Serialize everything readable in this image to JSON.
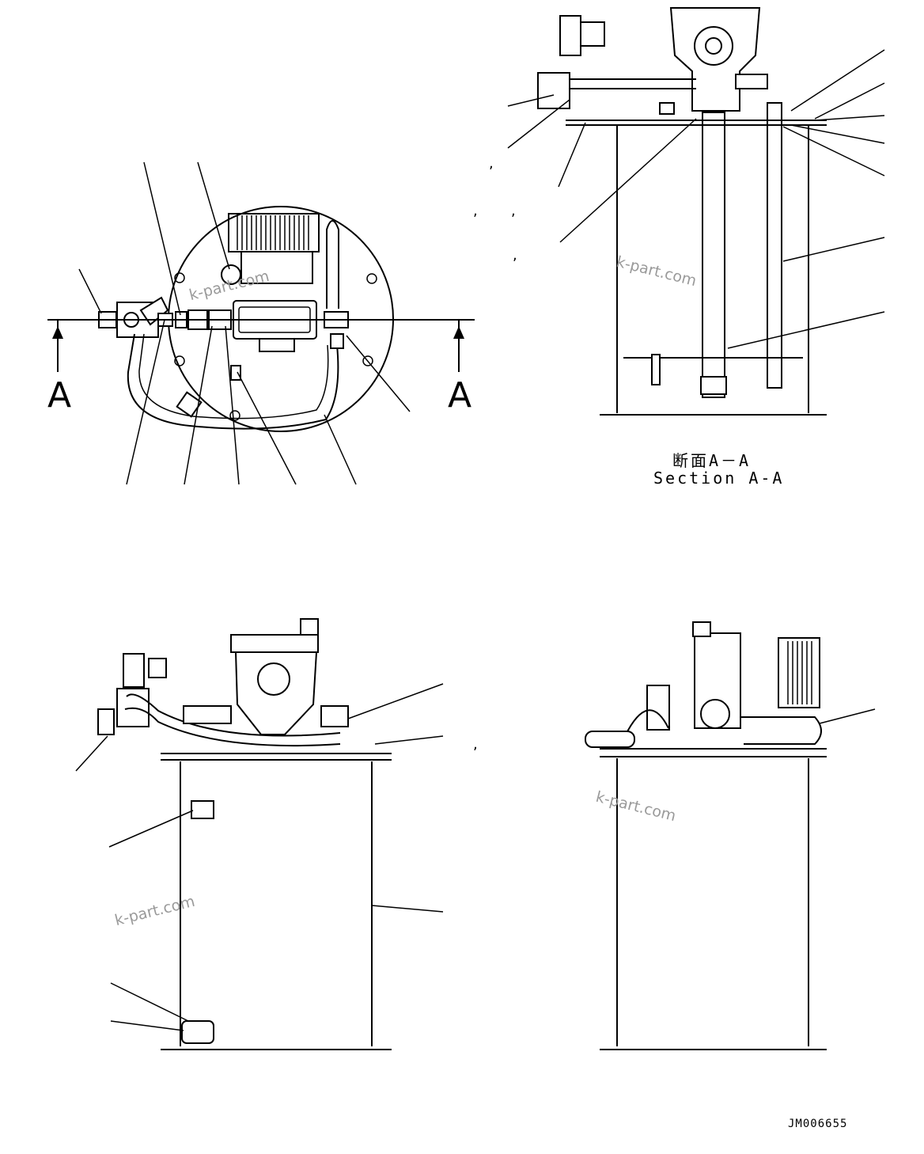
{
  "section_markers": {
    "left": "A",
    "right": "A"
  },
  "section_caption": {
    "jp": "断面A－A",
    "en": "Section A-A"
  },
  "watermarks": [
    "k-part.com",
    "k-part.com",
    "k-part.com",
    "k-part.com"
  ],
  "drawing_number": "JM006655",
  "ticks": [
    ",",
    ",",
    ",",
    ",",
    ","
  ]
}
